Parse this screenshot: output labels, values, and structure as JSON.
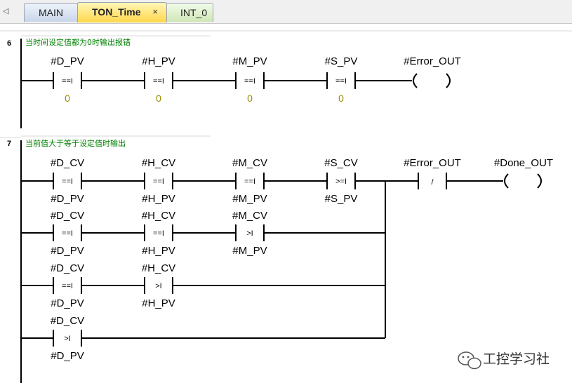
{
  "tabs": {
    "scroll_glyph": "◁",
    "main": "MAIN",
    "ton_time": "TON_Time",
    "close": "×",
    "int0": "INT_0"
  },
  "network6": {
    "number": "6",
    "comment": "当时间设定值都为0时输出报错",
    "contacts": [
      {
        "name": "#D_PV",
        "op": "==I",
        "value": "0"
      },
      {
        "name": "#H_PV",
        "op": "==I",
        "value": "0"
      },
      {
        "name": "#M_PV",
        "op": "==I",
        "value": "0"
      },
      {
        "name": "#S_PV",
        "op": "==I",
        "value": "0"
      }
    ],
    "coil": "#Error_OUT"
  },
  "network7": {
    "number": "7",
    "comment": "当前值大于等于设定值时输出",
    "row1": [
      {
        "name": "#D_CV",
        "op": "==I",
        "value": "#D_PV"
      },
      {
        "name": "#H_CV",
        "op": "==I",
        "value": "#H_PV"
      },
      {
        "name": "#M_CV",
        "op": "==I",
        "value": "#M_PV"
      },
      {
        "name": "#S_CV",
        "op": ">=I",
        "value": "#S_PV"
      }
    ],
    "row2": [
      {
        "name": "#D_CV",
        "op": "==I",
        "value": "#D_PV"
      },
      {
        "name": "#H_CV",
        "op": "==I",
        "value": "#H_PV"
      },
      {
        "name": "#M_CV",
        "op": ">I",
        "value": "#M_PV"
      }
    ],
    "row3": [
      {
        "name": "#D_CV",
        "op": "==I",
        "value": "#D_PV"
      },
      {
        "name": "#H_CV",
        "op": ">I",
        "value": "#H_PV"
      }
    ],
    "row4": [
      {
        "name": "#D_CV",
        "op": ">I",
        "value": "#D_PV"
      }
    ],
    "nc_contact": {
      "name": "#Error_OUT",
      "symbol": "/"
    },
    "coil": "#Done_OUT"
  },
  "watermark": "工控学习社",
  "colors": {
    "comment": "#008000",
    "literal": "#9c8a00",
    "tab_active": "#ffd84a"
  }
}
